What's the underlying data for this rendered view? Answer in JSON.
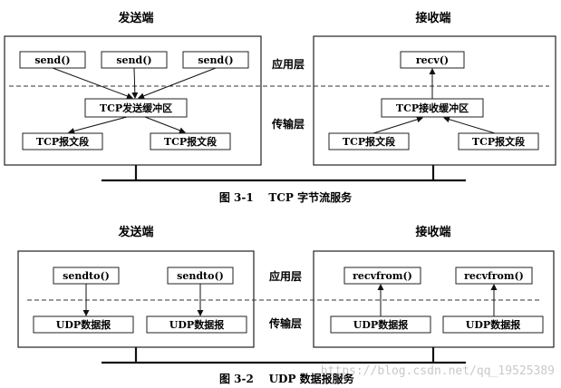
{
  "fig1": {
    "sender_title": "发送端",
    "receiver_title": "接收端",
    "send_calls": [
      "send()",
      "send()",
      "send()"
    ],
    "recv_call": "recv()",
    "send_buffer": "TCP发送缓冲区",
    "recv_buffer": "TCP接收缓冲区",
    "sender_segments": [
      "TCP报文段",
      "TCP报文段"
    ],
    "receiver_segments": [
      "TCP报文段",
      "TCP报文段"
    ],
    "app_layer": "应用层",
    "transport_layer": "传输层",
    "caption": "图 3-1    TCP 字节流服务"
  },
  "fig2": {
    "sender_title": "发送端",
    "receiver_title": "接收端",
    "send_calls": [
      "sendto()",
      "sendto()"
    ],
    "recv_calls": [
      "recvfrom()",
      "recvfrom()"
    ],
    "sender_datagrams": [
      "UDP数据报",
      "UDP数据报"
    ],
    "receiver_datagrams": [
      "UDP数据报",
      "UDP数据报"
    ],
    "app_layer": "应用层",
    "transport_layer": "传输层",
    "caption": "图 3-2    UDP 数据报服务"
  },
  "watermark": "https://blog.csdn.net/qq_19525389"
}
